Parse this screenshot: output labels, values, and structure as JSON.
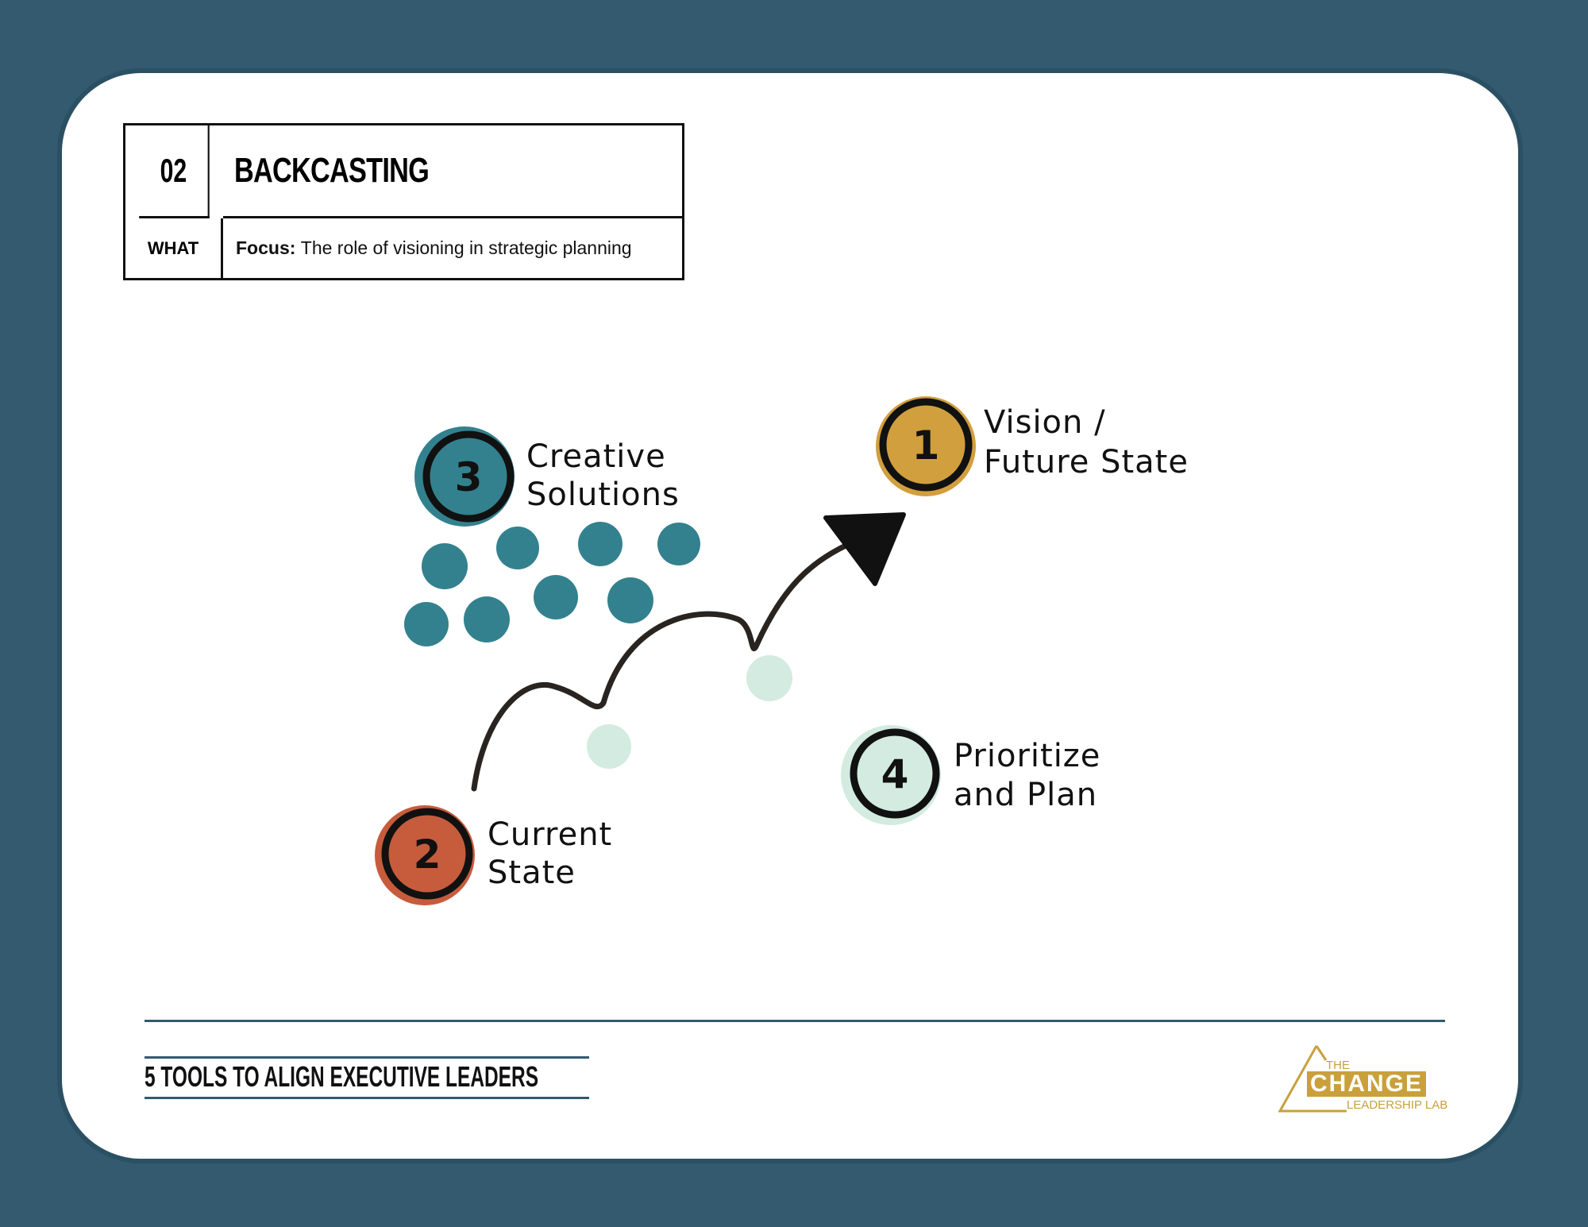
{
  "header": {
    "number": "02",
    "title": "BACKCASTING",
    "what_label": "WHAT",
    "focus_label": "Focus:",
    "focus_text": "The role of visioning in strategic planning"
  },
  "diagram": {
    "steps": [
      {
        "number": "1",
        "line1": "Vision /",
        "line2": "Future State",
        "color": "#d29f3e"
      },
      {
        "number": "2",
        "line1": "Current",
        "line2": "State",
        "color": "#c65c3c"
      },
      {
        "number": "3",
        "line1": "Creative",
        "line2": "Solutions",
        "color": "#33818e"
      },
      {
        "number": "4",
        "line1": "Prioritize",
        "line2": "and Plan",
        "color": "#d3ebe1"
      }
    ]
  },
  "footer": {
    "title": "5 TOOLS TO ALIGN EXECUTIVE LEADERS",
    "logo_the": "THE",
    "logo_change": "CHANGE",
    "logo_sub": "LEADERSHIP LAB"
  }
}
